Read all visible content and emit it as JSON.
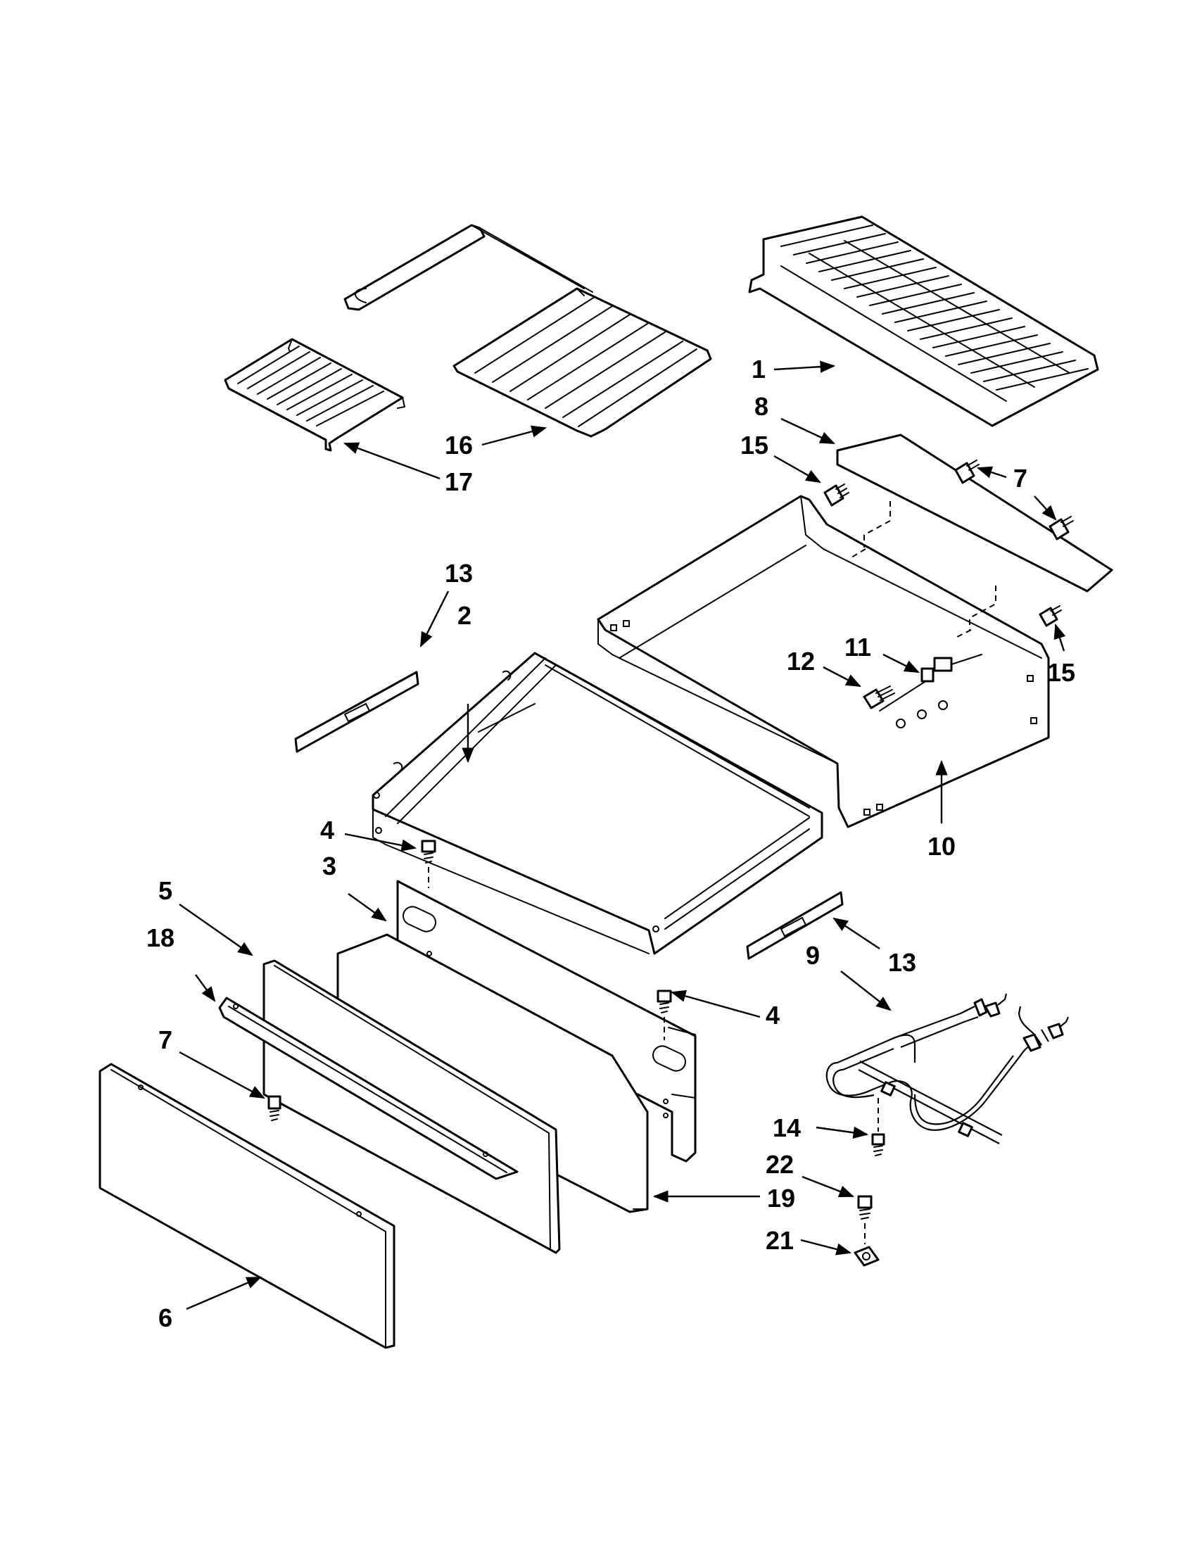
{
  "diagram": {
    "type": "exploded-parts-view",
    "colors": {
      "line": "#000000",
      "background": "#ffffff"
    },
    "callouts": [
      {
        "id": "c1",
        "label": "1"
      },
      {
        "id": "c2",
        "label": "2"
      },
      {
        "id": "c3",
        "label": "3"
      },
      {
        "id": "c4a",
        "label": "4"
      },
      {
        "id": "c4b",
        "label": "4"
      },
      {
        "id": "c5",
        "label": "5"
      },
      {
        "id": "c6",
        "label": "6"
      },
      {
        "id": "c7a",
        "label": "7"
      },
      {
        "id": "c7b",
        "label": "7"
      },
      {
        "id": "c8",
        "label": "8"
      },
      {
        "id": "c9",
        "label": "9"
      },
      {
        "id": "c10",
        "label": "10"
      },
      {
        "id": "c11",
        "label": "11"
      },
      {
        "id": "c12",
        "label": "12"
      },
      {
        "id": "c13a",
        "label": "13"
      },
      {
        "id": "c13b",
        "label": "13"
      },
      {
        "id": "c14",
        "label": "14"
      },
      {
        "id": "c15a",
        "label": "15"
      },
      {
        "id": "c15b",
        "label": "15"
      },
      {
        "id": "c16",
        "label": "16"
      },
      {
        "id": "c17",
        "label": "17"
      },
      {
        "id": "c18",
        "label": "18"
      },
      {
        "id": "c19",
        "label": "19"
      },
      {
        "id": "c21",
        "label": "21"
      },
      {
        "id": "c22",
        "label": "22"
      }
    ]
  }
}
